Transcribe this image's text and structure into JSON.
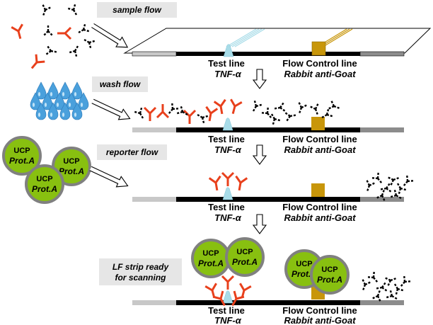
{
  "steps": {
    "sample": "sample flow",
    "wash": "wash flow",
    "reporter": "reporter flow",
    "ready_line1": "LF strip ready",
    "ready_line2": "for scanning"
  },
  "lines": {
    "test": "Test line",
    "test_target": "TNF-α",
    "control": "Flow Control line",
    "control_target": "Rabbit anti-Goat"
  },
  "particle": {
    "line1": "UCP",
    "line2": "Prot.A"
  },
  "colors": {
    "capture_antibody": "#e8401c",
    "test_line_light": "#a8dce8",
    "control_line": "#c8960a",
    "ucp_fill": "#88c010",
    "ucp_ring": "#808080"
  }
}
